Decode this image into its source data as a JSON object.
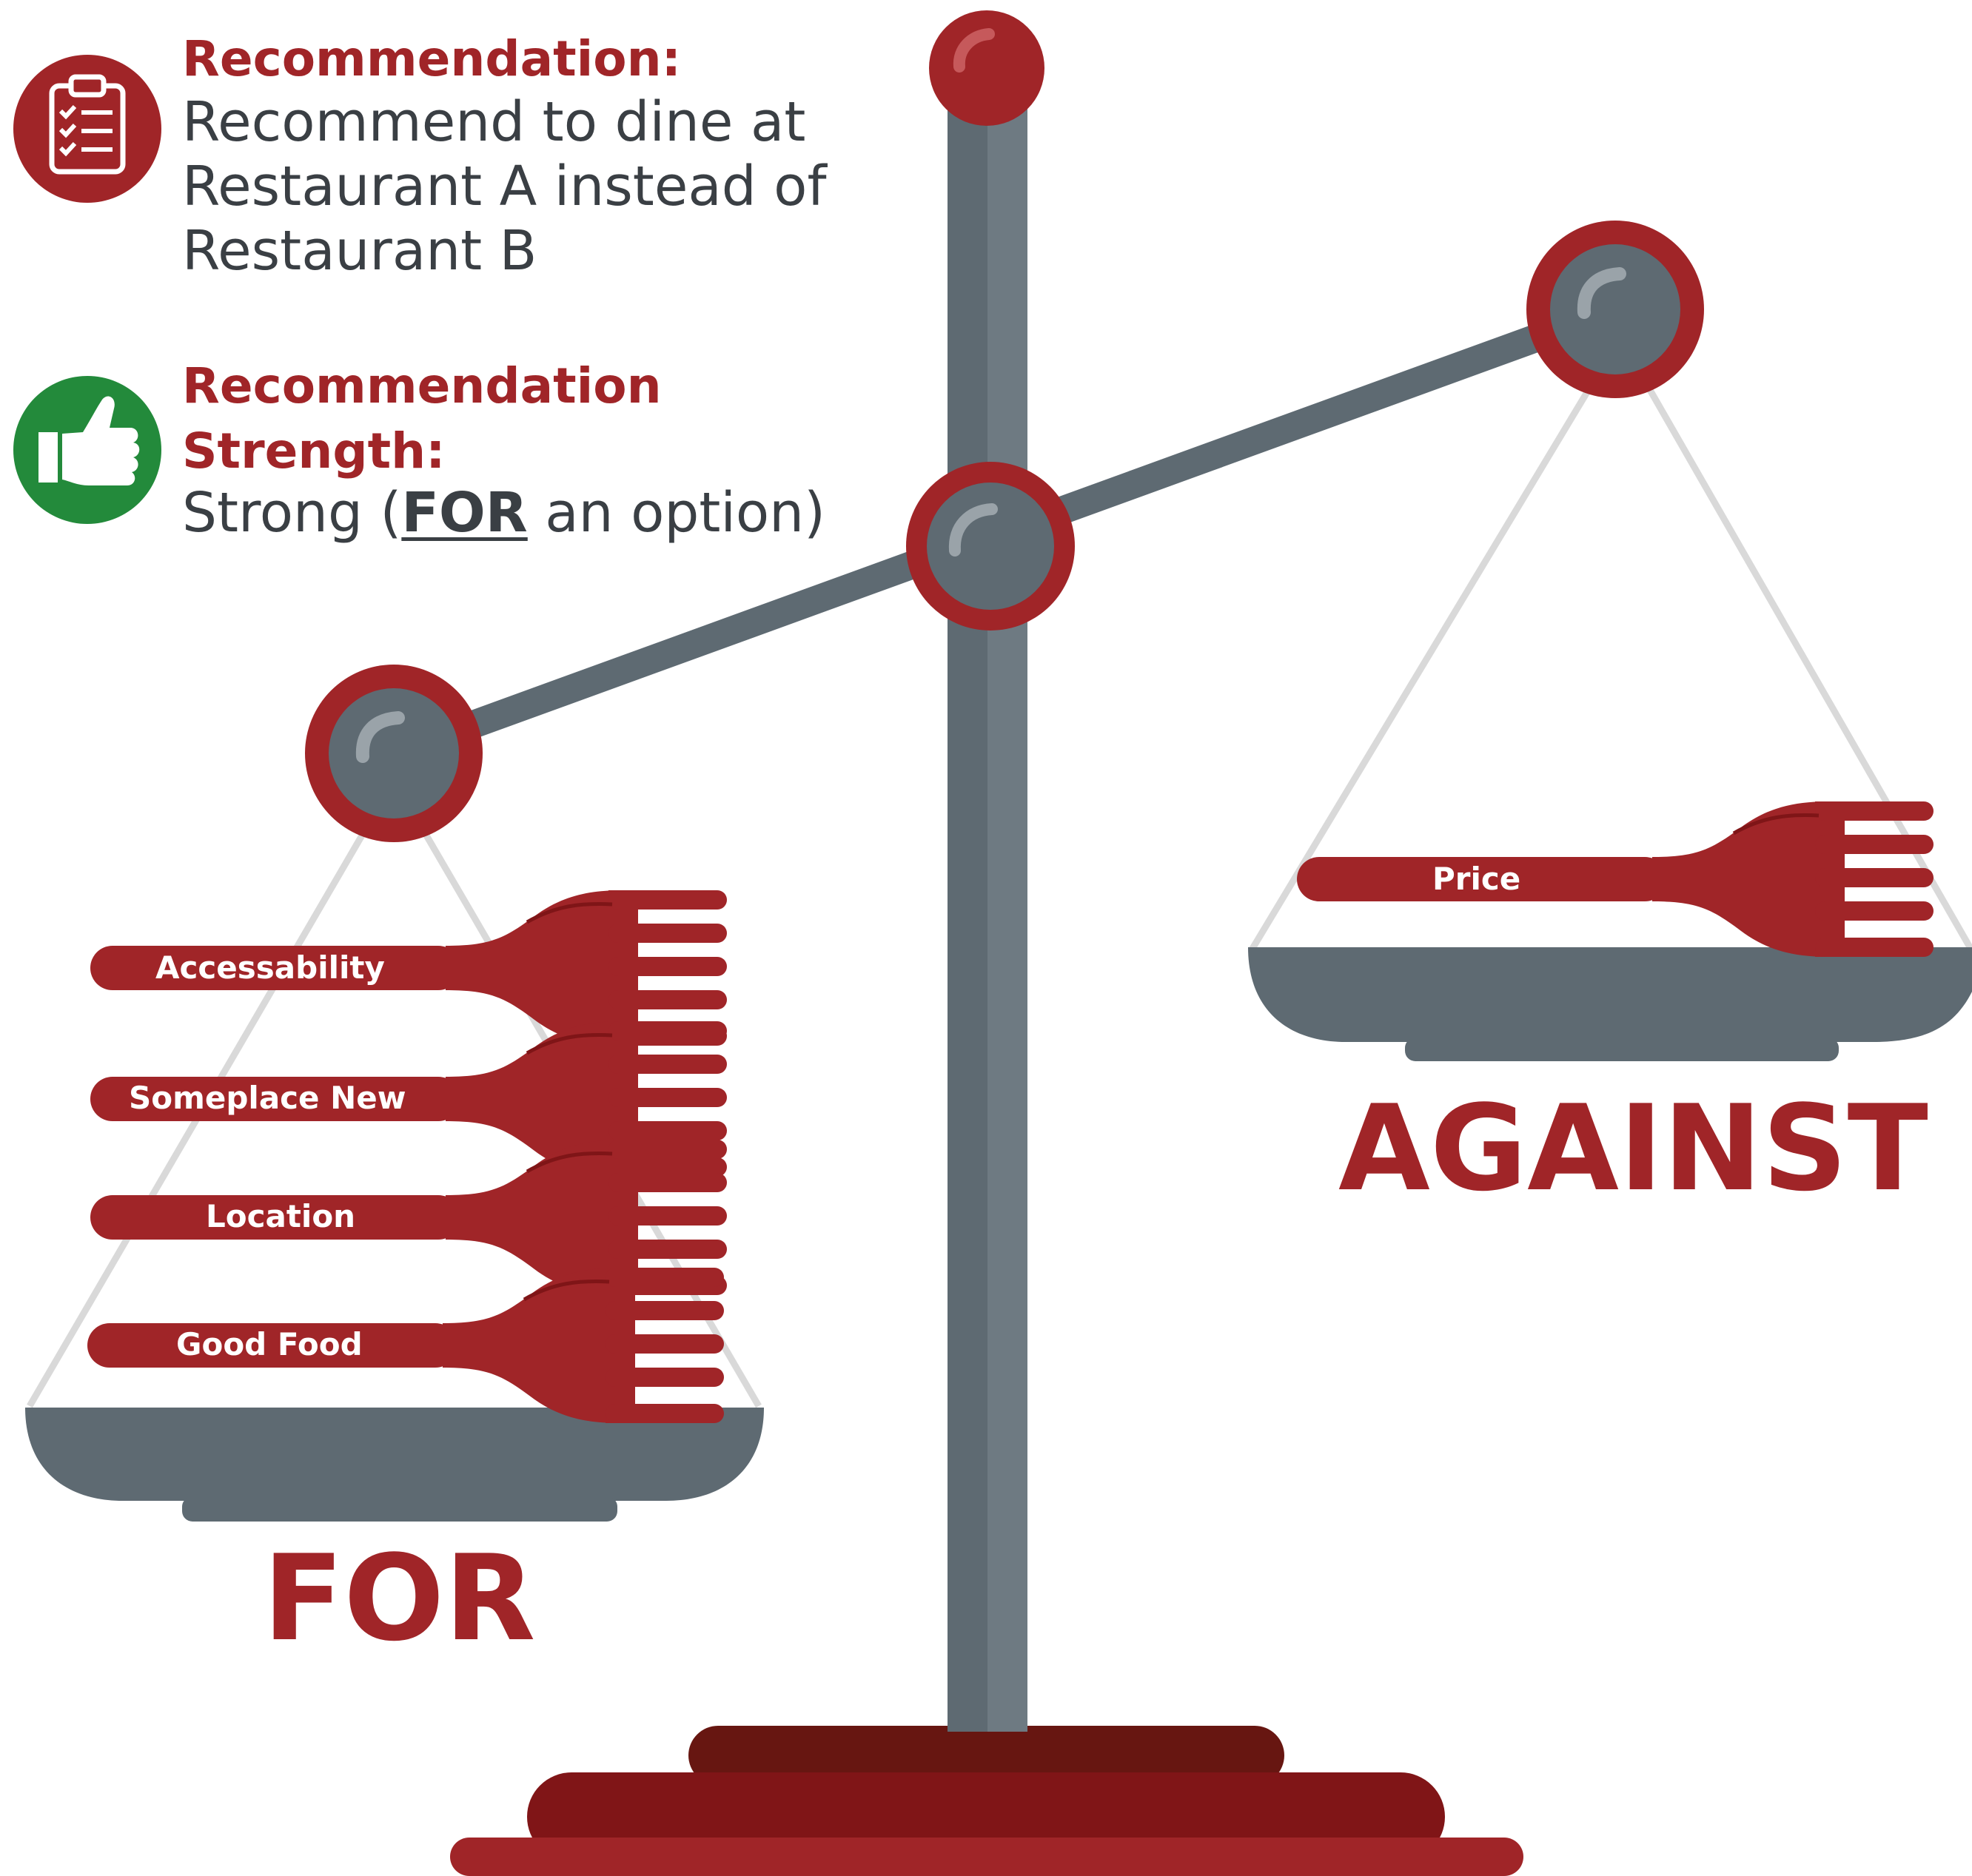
{
  "recommendation": {
    "heading": "Recommendation:",
    "lines": [
      "Recommend to dine at",
      "Restaurant A instead of",
      "Restaurant B"
    ],
    "icon": "clipboard-checklist-icon"
  },
  "strength": {
    "heading_line1": "Recommendation",
    "heading_line2": "Strength:",
    "value_prefix": "Strong (",
    "value_emphasis": "FOR",
    "value_suffix": " an option)",
    "icon": "thumbs-up-icon"
  },
  "for_side": {
    "label": "FOR",
    "items": [
      "Accessability",
      "Someplace New",
      "Location",
      "Good Food"
    ]
  },
  "against_side": {
    "label": "AGAINST",
    "items": [
      "Price"
    ]
  },
  "colors": {
    "brand_red": "#a02528",
    "dark_red": "#7f1517",
    "steel": "#5e6a72",
    "green": "#238a3b",
    "string": "#d9d9d9"
  }
}
